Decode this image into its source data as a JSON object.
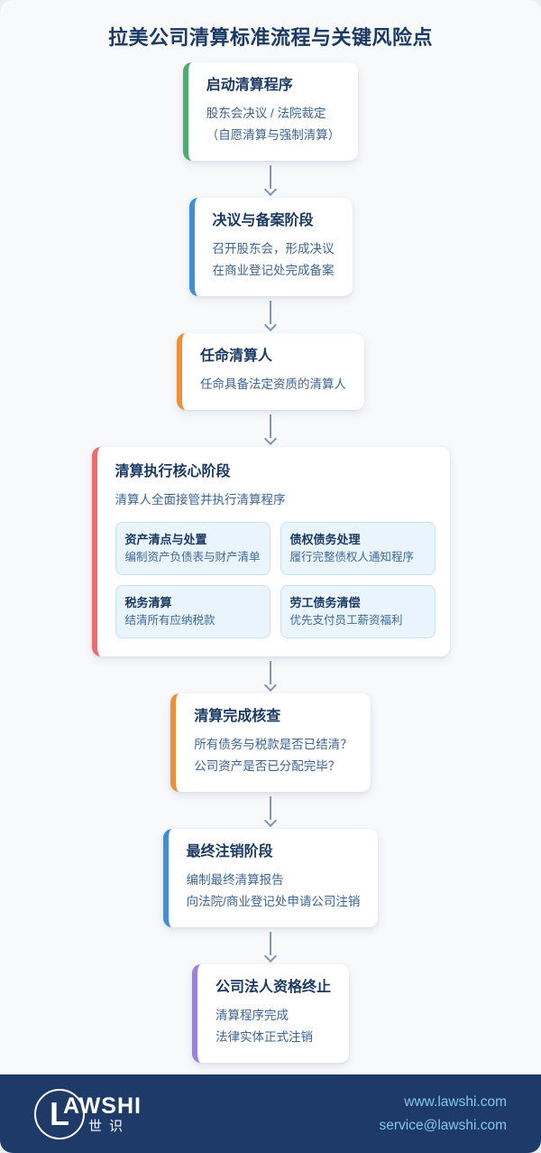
{
  "title": "拉美公司清算标准流程与关键风险点",
  "theme": {
    "page_background": "#f8f9fb",
    "heading_color": "#1b3a63",
    "body_text_color": "#3e6494",
    "arrow_color": "#7e97ba"
  },
  "flow": {
    "steps": [
      {
        "title": "启动清算程序",
        "lines": [
          "股东会决议 / 法院裁定",
          "（自愿清算与强制清算）"
        ],
        "accent_color": "#4caf72"
      },
      {
        "title": "决议与备案阶段",
        "lines": [
          "召开股东会，形成决议",
          "在商业登记处完成备案"
        ],
        "accent_color": "#3e8ed8"
      },
      {
        "title": "任命清算人",
        "lines": [
          "任命具备法定资质的清算人"
        ],
        "accent_color": "#ef9038"
      },
      {
        "title": "清算执行核心阶段",
        "subtitle": "清算人全面接管并执行清算程序",
        "accent_color": "#ee6b6b",
        "items": [
          {
            "title": "资产清点与处置",
            "desc": "编制资产负债表与财产清单"
          },
          {
            "title": "债权债务处理",
            "desc": "履行完整债权人通知程序"
          },
          {
            "title": "税务清算",
            "desc": "结清所有应纳税款"
          },
          {
            "title": "劳工债务清偿",
            "desc": "优先支付员工薪资福利"
          }
        ]
      },
      {
        "title": "清算完成核查",
        "lines": [
          "所有债务与税款是否已结清？",
          "公司资产是否已分配完毕？"
        ],
        "accent_color": "#ef9038"
      },
      {
        "title": "最终注销阶段",
        "lines": [
          "编制最终清算报告",
          "向法院/商业登记处申请公司注销"
        ],
        "accent_color": "#3e8ed8"
      },
      {
        "title": "公司法人资格终止",
        "lines": [
          "清算程序完成",
          "法律实体正式注销"
        ],
        "accent_color": "#9d7fdd"
      }
    ]
  },
  "footer": {
    "logo": {
      "circle_letter": "L",
      "brand": "AWSHI",
      "brand_cn": "世识"
    },
    "website": "www.lawshi.com",
    "email": "service@lawshi.com",
    "background_color": "#1e3a68",
    "link_color": "#80c7f2"
  }
}
